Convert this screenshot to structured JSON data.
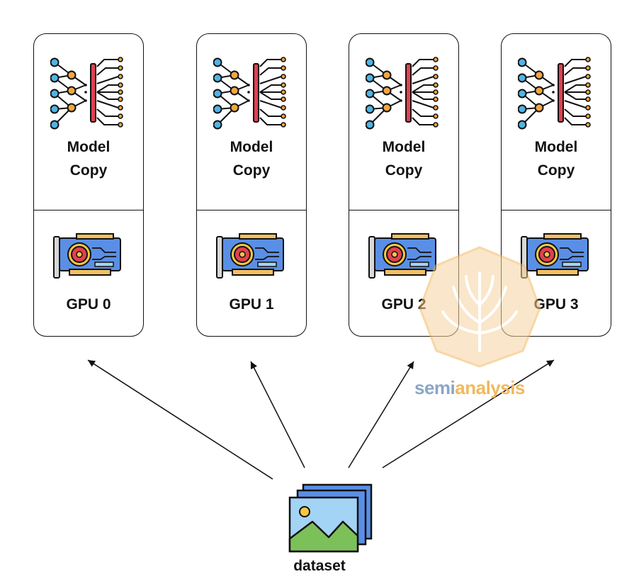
{
  "nodes": [
    {
      "model_label": "Model\nCopy",
      "gpu_label": "GPU 0"
    },
    {
      "model_label": "Model\nCopy",
      "gpu_label": "GPU 1"
    },
    {
      "model_label": "Model\nCopy",
      "gpu_label": "GPU 2"
    },
    {
      "model_label": "Model\nCopy",
      "gpu_label": "GPU 3"
    }
  ],
  "dataset": {
    "label": "dataset",
    "icon": "image-stack-icon"
  },
  "icons": {
    "model": "neural-network-icon",
    "gpu": "graphics-card-icon"
  },
  "watermark": {
    "text_part1": "semi",
    "text_part2": "analysis"
  },
  "colors": {
    "line": "#111111",
    "node_cyan": "#4fb4e3",
    "node_orange": "#f2a640",
    "center_bar": "#e2404f",
    "gpu_board": "#5a8fe6",
    "dataset_sky": "#a3d3f5",
    "dataset_hill": "#7cc05a"
  }
}
